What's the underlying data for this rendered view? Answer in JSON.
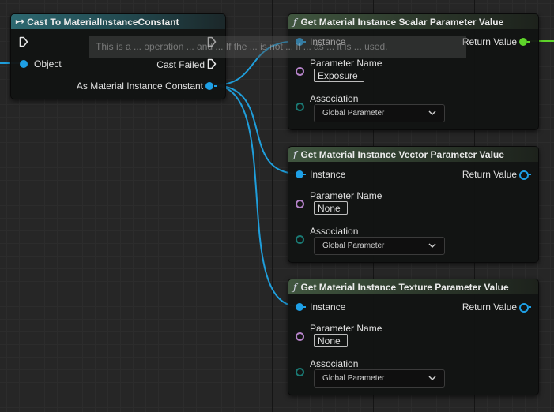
{
  "cast_node": {
    "title": "Cast To MaterialInstanceConstant",
    "object_label": "Object",
    "cast_failed_label": "Cast Failed",
    "output_label": "As Material Instance Constant"
  },
  "function_nodes": [
    {
      "title": "Get Material Instance Scalar Parameter Value",
      "instance_label": "Instance",
      "return_label": "Return Value",
      "param_name_label": "Parameter Name",
      "param_name_value": "Exposure",
      "association_label": "Association",
      "association_value": "Global Parameter"
    },
    {
      "title": "Get Material Instance Vector Parameter Value",
      "instance_label": "Instance",
      "return_label": "Return Value",
      "param_name_label": "Parameter Name",
      "param_name_value": "None",
      "association_label": "Association",
      "association_value": "Global Parameter"
    },
    {
      "title": "Get Material Instance Texture Parameter Value",
      "instance_label": "Instance",
      "return_label": "Return Value",
      "param_name_label": "Parameter Name",
      "param_name_value": "None",
      "association_label": "Association",
      "association_value": "Global Parameter"
    }
  ],
  "tooltip": {
    "text": "This is a ... operation ... and ... If the ... is not ... if ... as ... it is ... used."
  },
  "colors": {
    "object_pin": "#1ea0e6",
    "float_pin": "#5ed42a",
    "name_pin": "#b583c9",
    "enum_pin": "#1a7a74",
    "wire": "#1f9edb"
  },
  "icons": {
    "cast_node": "cast-arrow-icon",
    "function": "function-f-icon",
    "exec": "exec-pin-icon",
    "dropdown": "chevron-down-icon"
  }
}
